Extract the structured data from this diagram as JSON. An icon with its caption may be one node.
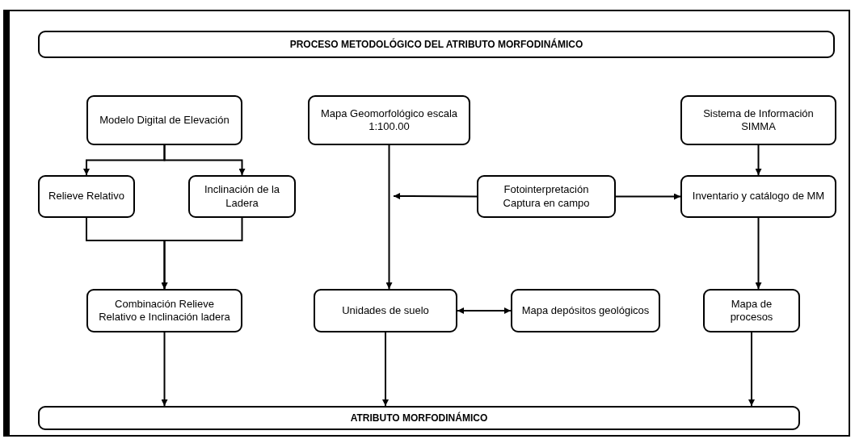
{
  "diagram": {
    "nodes": [
      {
        "text": [
          "PROCESO METODOLÓGICO DEL ATRIBUTO MORFODINÁMICO"
        ]
      },
      {
        "text": [
          "Modelo Digital de Elevación"
        ]
      },
      {
        "text": [
          "Mapa Geomorfológico escala 1:100.00"
        ]
      },
      {
        "text": [
          "Sistema de Información SIMMA"
        ]
      },
      {
        "text": [
          "Relieve Relativo"
        ]
      },
      {
        "text": [
          "Inclinación de la Ladera"
        ]
      },
      {
        "text": [
          "Fotointerpretación Captura en campo"
        ]
      },
      {
        "text": [
          "Inventario y catálogo de MM"
        ]
      },
      {
        "text": [
          "Combinación Relieve Relativo e Inclinación ladera"
        ]
      },
      {
        "text": [
          "Unidades de suelo"
        ]
      },
      {
        "text": [
          "Mapa depósitos geológicos"
        ]
      },
      {
        "text": [
          "Mapa de procesos"
        ]
      },
      {
        "text": [
          "ATRIBUTO MORFODINÁMICO"
        ]
      }
    ],
    "edges": [
      {
        "from": 1,
        "to": 4,
        "arrow": "to"
      },
      {
        "from": 1,
        "to": 5,
        "arrow": "to"
      },
      {
        "from": 2,
        "to": 9,
        "arrow": "to"
      },
      {
        "from": 6,
        "to": null,
        "arrow": "to"
      },
      {
        "from": 6,
        "to": 7,
        "arrow": "to"
      },
      {
        "from": 3,
        "to": 7,
        "arrow": "to"
      },
      {
        "from": 4,
        "to": 8,
        "arrow": "to"
      },
      {
        "from": 5,
        "to": 8,
        "arrow": "to"
      },
      {
        "from": 7,
        "to": 11,
        "arrow": "to"
      },
      {
        "from": 9,
        "to": 10,
        "arrow": "both"
      },
      {
        "from": 8,
        "to": 12,
        "arrow": "to"
      },
      {
        "from": 9,
        "to": 12,
        "arrow": "to"
      },
      {
        "from": 11,
        "to": 12,
        "arrow": "to"
      }
    ]
  }
}
